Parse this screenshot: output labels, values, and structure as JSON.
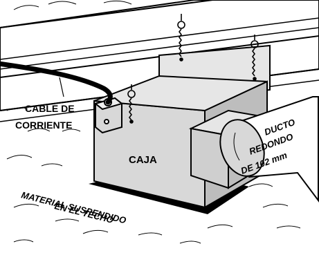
{
  "labels": {
    "cable": [
      "CABLE DE",
      "CORRIENTE"
    ],
    "box": "CAJA",
    "duct": [
      "DUCTO",
      "REDONDO",
      "DE 102 mm"
    ],
    "ceiling_material": [
      "MATERIAL SUSPENDIDO",
      "EN EL TECHO"
    ]
  },
  "colors": {
    "line": "#000000",
    "box_front": "#d8d8d8",
    "box_side": "#bdbdbd",
    "box_top": "#e6e6e6",
    "shadow": "#000000",
    "background": "#ffffff"
  },
  "icons": {
    "hanger": "eye-hook-with-chain",
    "junction_box": "electrical-junction-box"
  }
}
